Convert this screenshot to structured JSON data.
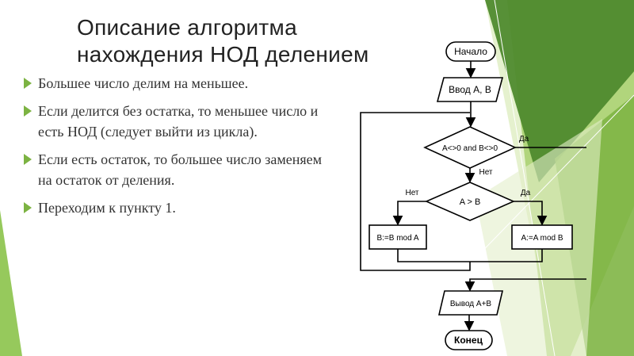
{
  "slide": {
    "title_line1": "Описание алгоритма",
    "title_line2": "нахождения НОД делением",
    "bullets": [
      "Большее число делим на меньшее.",
      "Если делится без остатка, то меньшее число и есть НОД (следует выйти из цикла).",
      "Если есть остаток, то большее число заменяем на остаток от деления.",
      "Переходим к пункту 1."
    ]
  },
  "flowchart": {
    "start": "Начало",
    "input": "Ввод A, B",
    "loop_condition": "A<>0 and B<>0",
    "loop_yes": "Да",
    "loop_no": "Нет",
    "compare": "A > B",
    "compare_no": "Нет",
    "compare_yes": "Да",
    "assign_b": "B:=B mod A",
    "assign_a": "A:=A mod B",
    "output": "Вывод A+B",
    "end": "Конец"
  },
  "colors": {
    "accent_green": "#7cb342",
    "dark_green": "#4f8a2e",
    "light_green": "#b7d77a"
  }
}
